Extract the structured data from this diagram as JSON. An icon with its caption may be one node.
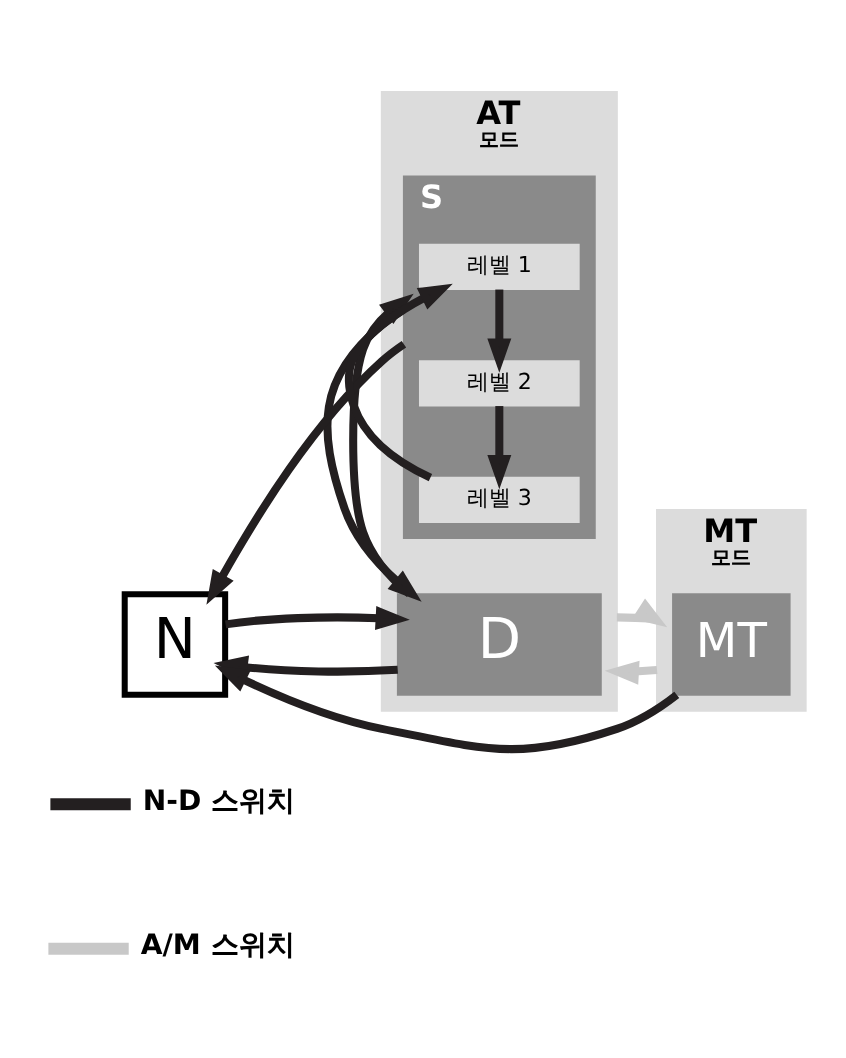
{
  "diagram": {
    "nodes": [
      {
        "text": [
          "AT",
          "모드"
        ]
      },
      {
        "text": [
          "D"
        ],
        "in": 0
      },
      {
        "text": [
          "S"
        ],
        "in": 0
      },
      {
        "text": [
          "레벨 1"
        ],
        "in": 2
      },
      {
        "text": [
          "레벨 2"
        ],
        "in": 2
      },
      {
        "text": [
          "레벨 3"
        ],
        "in": 2
      },
      {
        "text": [
          "MT",
          "모드"
        ]
      },
      {
        "text": [
          "MT"
        ],
        "in": 6
      },
      {
        "text": [
          "N"
        ]
      }
    ],
    "edges": [
      {
        "from": 1,
        "to": 8,
        "arrow": "to"
      },
      {
        "from": 8,
        "to": 1,
        "arrow": "to"
      },
      {
        "from": 2,
        "to": 8,
        "arrow": "to"
      },
      {
        "from": 1,
        "to": 2,
        "arrow": "to"
      },
      {
        "from": 2,
        "to": 1,
        "arrow": "to"
      },
      {
        "from": 3,
        "to": 4,
        "arrow": "to"
      },
      {
        "from": 4,
        "to": 5,
        "arrow": "to"
      },
      {
        "from": 5,
        "to": 3,
        "arrow": "to"
      },
      {
        "from": 6,
        "to": 0,
        "arrow": "to",
        "color": "#c8c8c8"
      },
      {
        "from": 0,
        "to": 6,
        "arrow": "to",
        "color": "#c8c8c8"
      },
      {
        "from": 7,
        "to": 8,
        "arrow": "to"
      }
    ],
    "legend": [
      {
        "text": "N-D 스위치"
      },
      {
        "text": "A/M 스위치"
      }
    ]
  }
}
